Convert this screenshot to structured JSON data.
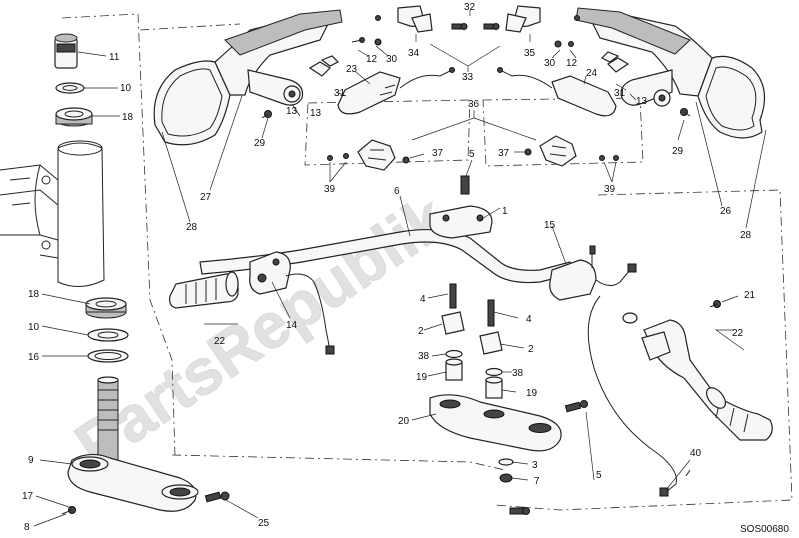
{
  "watermark": "PartsRepublik",
  "drawing_code": "SOS00680",
  "callouts": [
    {
      "key": "c11a",
      "text": "11"
    },
    {
      "key": "c10a",
      "text": "10"
    },
    {
      "key": "c18a",
      "text": "18"
    },
    {
      "key": "c18b",
      "text": "18"
    },
    {
      "key": "c10b",
      "text": "10"
    },
    {
      "key": "c16",
      "text": "16"
    },
    {
      "key": "c9",
      "text": "9"
    },
    {
      "key": "c17",
      "text": "17"
    },
    {
      "key": "c8",
      "text": "8"
    },
    {
      "key": "c25",
      "text": "25"
    },
    {
      "key": "c28l",
      "text": "28"
    },
    {
      "key": "c27",
      "text": "27"
    },
    {
      "key": "c29l",
      "text": "29"
    },
    {
      "key": "c13l",
      "text": "13"
    },
    {
      "key": "c12l",
      "text": "12"
    },
    {
      "key": "c30l",
      "text": "30"
    },
    {
      "key": "c34",
      "text": "34"
    },
    {
      "key": "c32",
      "text": "32"
    },
    {
      "key": "c33",
      "text": "33"
    },
    {
      "key": "c35",
      "text": "35"
    },
    {
      "key": "c30r",
      "text": "30"
    },
    {
      "key": "c12r",
      "text": "12"
    },
    {
      "key": "c23",
      "text": "23"
    },
    {
      "key": "c31l",
      "text": "31"
    },
    {
      "key": "c13m",
      "text": "13"
    },
    {
      "key": "c24",
      "text": "24"
    },
    {
      "key": "c31r",
      "text": "31"
    },
    {
      "key": "c13r",
      "text": "13"
    },
    {
      "key": "c29r",
      "text": "29"
    },
    {
      "key": "c26",
      "text": "26"
    },
    {
      "key": "c28r",
      "text": "28"
    },
    {
      "key": "c36",
      "text": "36"
    },
    {
      "key": "c37l",
      "text": "37"
    },
    {
      "key": "c37r",
      "text": "37"
    },
    {
      "key": "c39l",
      "text": "39"
    },
    {
      "key": "c39r",
      "text": "39"
    },
    {
      "key": "c5a",
      "text": "5"
    },
    {
      "key": "c1",
      "text": "1"
    },
    {
      "key": "c6",
      "text": "6"
    },
    {
      "key": "c15",
      "text": "15"
    },
    {
      "key": "c21",
      "text": "21"
    },
    {
      "key": "c22r",
      "text": "22"
    },
    {
      "key": "c14",
      "text": "14"
    },
    {
      "key": "c22l",
      "text": "22"
    },
    {
      "key": "c4a",
      "text": "4"
    },
    {
      "key": "c2a",
      "text": "2"
    },
    {
      "key": "c38a",
      "text": "38"
    },
    {
      "key": "c19a",
      "text": "19"
    },
    {
      "key": "c4b",
      "text": "4"
    },
    {
      "key": "c2b",
      "text": "2"
    },
    {
      "key": "c38b",
      "text": "38"
    },
    {
      "key": "c19b",
      "text": "19"
    },
    {
      "key": "c20",
      "text": "20"
    },
    {
      "key": "c3",
      "text": "3"
    },
    {
      "key": "c7",
      "text": "7"
    },
    {
      "key": "c5b",
      "text": "5"
    },
    {
      "key": "c40",
      "text": "40"
    }
  ]
}
